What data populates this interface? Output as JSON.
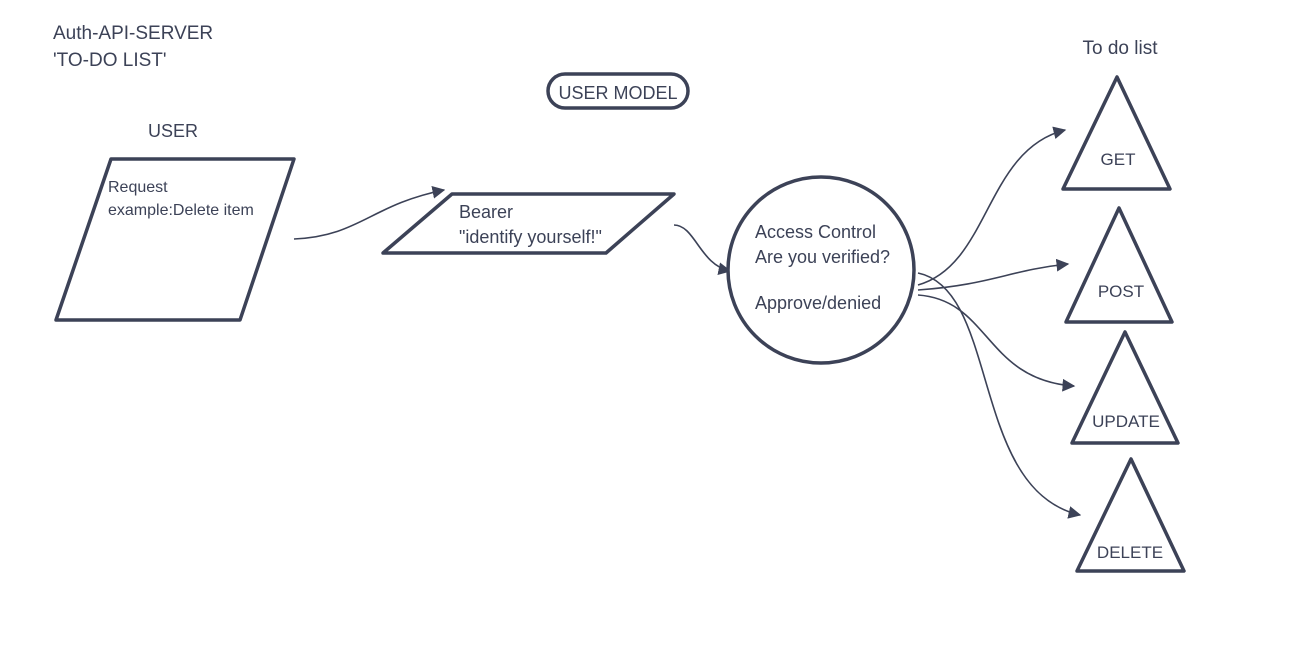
{
  "diagram": {
    "title_lines": [
      "Auth-API-SERVER",
      "'TO-DO LIST'"
    ],
    "user_model_label": "USER MODEL",
    "user": {
      "label": "USER",
      "text_lines": [
        "Request",
        "example:Delete item"
      ]
    },
    "bearer": {
      "text_lines": [
        "Bearer",
        "\"identify yourself!\""
      ]
    },
    "access_control": {
      "text_lines": [
        "Access Control",
        "Are you verified?"
      ],
      "decision": "Approve/denied"
    },
    "todo": {
      "header": "To do list",
      "methods": [
        "GET",
        "POST",
        "UPDATE",
        "DELETE"
      ]
    }
  },
  "colors": {
    "stroke": "#3c4257",
    "text": "#3c4257",
    "background": "#ffffff"
  }
}
